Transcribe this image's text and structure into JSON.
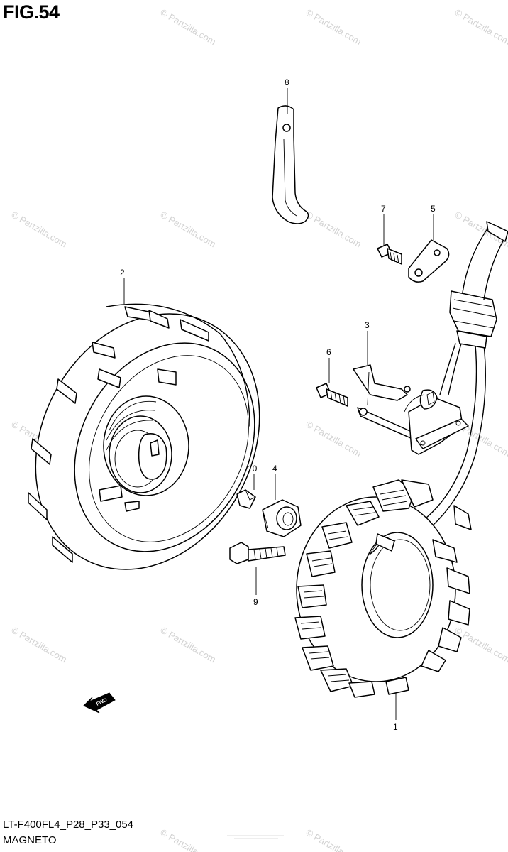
{
  "figure": {
    "title": "FIG.54",
    "code": "LT-F400FL4_P28_P33_054",
    "name": "MAGNETO"
  },
  "callouts": [
    {
      "id": "flywheel",
      "number": "2"
    },
    {
      "id": "cable_clamp",
      "number": "8"
    },
    {
      "id": "bolt_small",
      "number": "7"
    },
    {
      "id": "plate_holder",
      "number": "5"
    },
    {
      "id": "bracket",
      "number": "3"
    },
    {
      "id": "bolt_bracket",
      "number": "6"
    },
    {
      "id": "key",
      "number": "10"
    },
    {
      "id": "nut",
      "number": "4"
    },
    {
      "id": "flywheel_bolt",
      "number": "9"
    },
    {
      "id": "stator",
      "number": "1"
    }
  ],
  "fwd_marker": {
    "text": "FWD"
  },
  "watermark": {
    "text": "© Partzilla.com"
  },
  "colors": {
    "line": "#000000",
    "watermark": "#d2d2d2",
    "background": "#ffffff"
  }
}
